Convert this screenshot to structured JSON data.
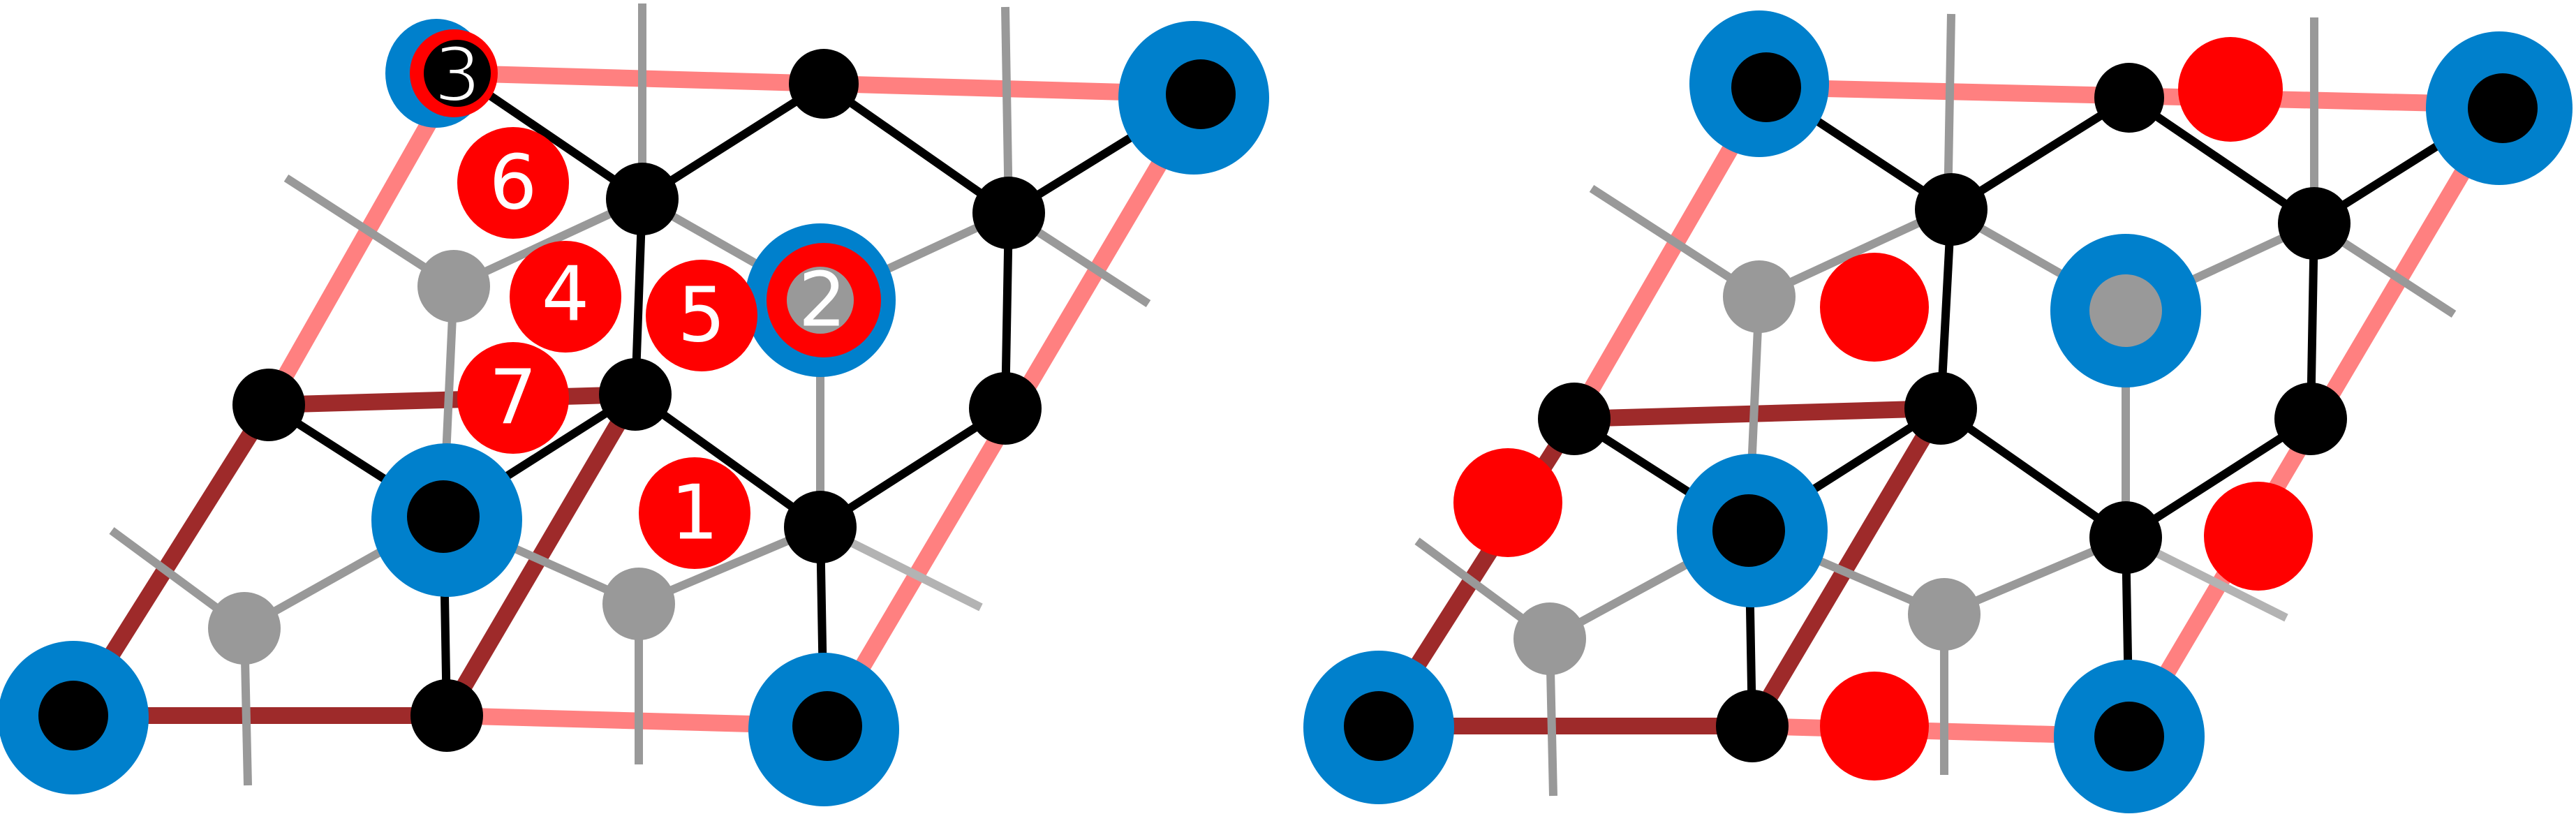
{
  "colors": {
    "cell_edge": "#FF8080",
    "cell_edge_dark": "#9E2A2A",
    "bond": "#000000",
    "bond_gray": "#999999",
    "bond_light": "#B3B3B3",
    "atom_black": "#000000",
    "atom_gray": "#999999",
    "site_blue": "#0080CC",
    "site_red": "#FF0000",
    "label_white": "#FFFFFF"
  },
  "panel_left": {
    "numbered_sites": [
      {
        "label": "1"
      },
      {
        "label": "2"
      },
      {
        "label": "3"
      },
      {
        "label": "4"
      },
      {
        "label": "5"
      },
      {
        "label": "6"
      },
      {
        "label": "7"
      }
    ]
  },
  "panel_right": {
    "numbered_sites": []
  }
}
